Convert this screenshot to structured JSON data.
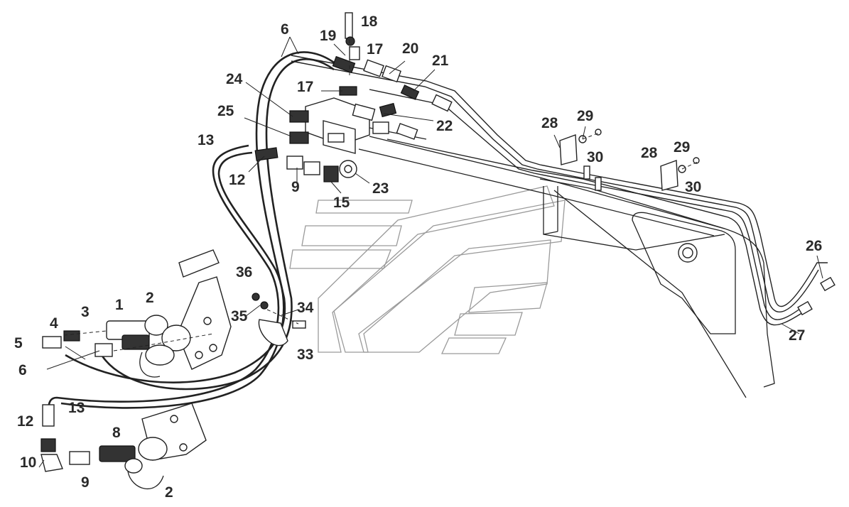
{
  "diagram": {
    "callouts": [
      {
        "id": "c18a",
        "text": "18"
      },
      {
        "id": "c6a",
        "text": "6"
      },
      {
        "id": "c19",
        "text": "19"
      },
      {
        "id": "c17a",
        "text": "17"
      },
      {
        "id": "c20",
        "text": "20"
      },
      {
        "id": "c21",
        "text": "21"
      },
      {
        "id": "c24",
        "text": "24"
      },
      {
        "id": "c17b",
        "text": "17"
      },
      {
        "id": "c25",
        "text": "25"
      },
      {
        "id": "c22",
        "text": "22"
      },
      {
        "id": "c13a",
        "text": "13"
      },
      {
        "id": "c28a",
        "text": "28"
      },
      {
        "id": "c29a",
        "text": "29"
      },
      {
        "id": "c30a",
        "text": "30"
      },
      {
        "id": "c28b",
        "text": "28"
      },
      {
        "id": "c29b",
        "text": "29"
      },
      {
        "id": "c30b",
        "text": "30"
      },
      {
        "id": "c12a",
        "text": "12"
      },
      {
        "id": "c9a",
        "text": "9"
      },
      {
        "id": "c23",
        "text": "23"
      },
      {
        "id": "c15",
        "text": "15"
      },
      {
        "id": "c36",
        "text": "36"
      },
      {
        "id": "c1",
        "text": "1"
      },
      {
        "id": "c2a",
        "text": "2"
      },
      {
        "id": "c3",
        "text": "3"
      },
      {
        "id": "c4",
        "text": "4"
      },
      {
        "id": "c5",
        "text": "5"
      },
      {
        "id": "c34",
        "text": "34"
      },
      {
        "id": "c35",
        "text": "35"
      },
      {
        "id": "c33",
        "text": "33"
      },
      {
        "id": "c6b",
        "text": "6"
      },
      {
        "id": "c26",
        "text": "26"
      },
      {
        "id": "c27",
        "text": "27"
      },
      {
        "id": "c13b",
        "text": "13"
      },
      {
        "id": "c12b",
        "text": "12"
      },
      {
        "id": "c8",
        "text": "8"
      },
      {
        "id": "c10",
        "text": "10"
      },
      {
        "id": "c9b",
        "text": "9"
      },
      {
        "id": "c2b",
        "text": "2"
      }
    ]
  }
}
